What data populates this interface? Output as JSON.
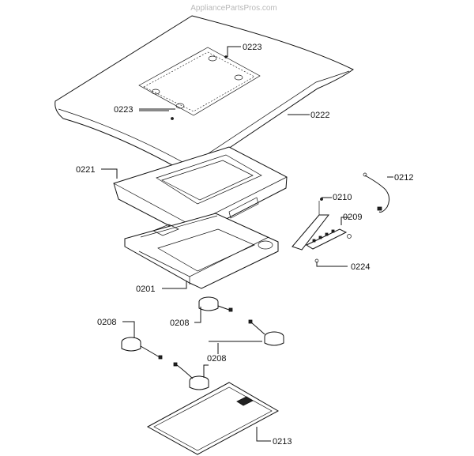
{
  "watermark": "AppliancePartsPros.com",
  "labels": {
    "p0223_top": "0223",
    "p0223_left": "0223",
    "p0222": "0222",
    "p0221": "0221",
    "p0212": "0212",
    "p0210": "0210",
    "p0209": "0209",
    "p0224": "0224",
    "p0201": "0201",
    "p0208_left": "0208",
    "p0208_mid": "0208",
    "p0208_bottom": "0208",
    "p0213": "0213"
  }
}
